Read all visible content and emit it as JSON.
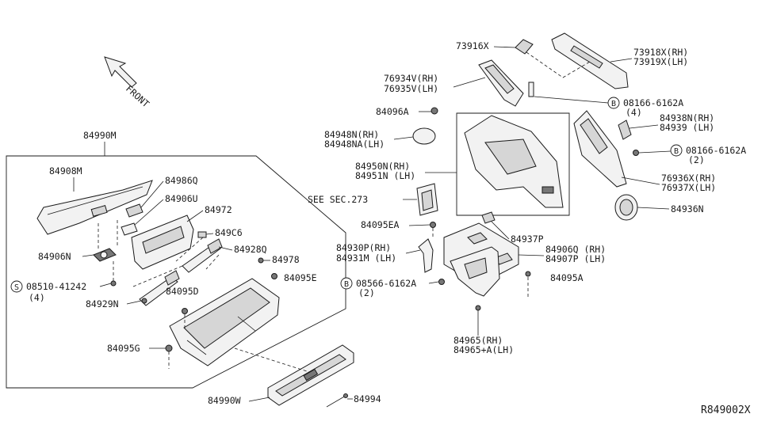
{
  "diagram_id": "R849002X",
  "front_label": "FRONT",
  "callouts": {
    "c84990M": "84990M",
    "c84908M": "84908M",
    "c84986Q": "84986Q",
    "c84906U": "84906U",
    "c84972": "84972",
    "c849C6": "849C6",
    "c84928Q": "84928Q",
    "c84978": "84978",
    "c84095E": "84095E",
    "c84906N": "84906N",
    "c08510": "08510-41242",
    "c08510_qty": "(4)",
    "c84929N": "84929N",
    "c84095D": "84095D",
    "c84095G": "84095G",
    "c84990W": "84990W",
    "c84994": "84994",
    "c73916X": "73916X",
    "c73918X": "73918X(RH)",
    "c73919X": "73919X(LH)",
    "c76934V": "76934V(RH)",
    "c76935V": "76935V(LH)",
    "c08166a": "08166-6162A",
    "c08166a_qty": "(4)",
    "c84096A": "84096A",
    "c84938N": "84938N(RH)",
    "c84939": "84939 (LH)",
    "c84948N": "84948N(RH)",
    "c84948NA": "84948NA(LH)",
    "c08166b": "08166-6162A",
    "c08166b_qty": "(2)",
    "c84950N": "84950N(RH)",
    "c84951N": "84951N (LH)",
    "c76936X": "76936X(RH)",
    "c76937X": "76937X(LH)",
    "cSEE": "SEE SEC.273",
    "c84936N": "84936N",
    "c84095EA": "84095EA",
    "c84937P": "84937P",
    "c84930P": "84930P(RH)",
    "c84931M": "84931M (LH)",
    "c84906Q": "84906Q (RH)",
    "c84907P": "84907P (LH)",
    "c08566": "08566-6162A",
    "c08566_qty": "(2)",
    "c84095A": "84095A",
    "c84965": "84965(RH)",
    "c84965A": "84965+A(LH)"
  },
  "symbols": {
    "screw": "S",
    "bolt": "B"
  }
}
